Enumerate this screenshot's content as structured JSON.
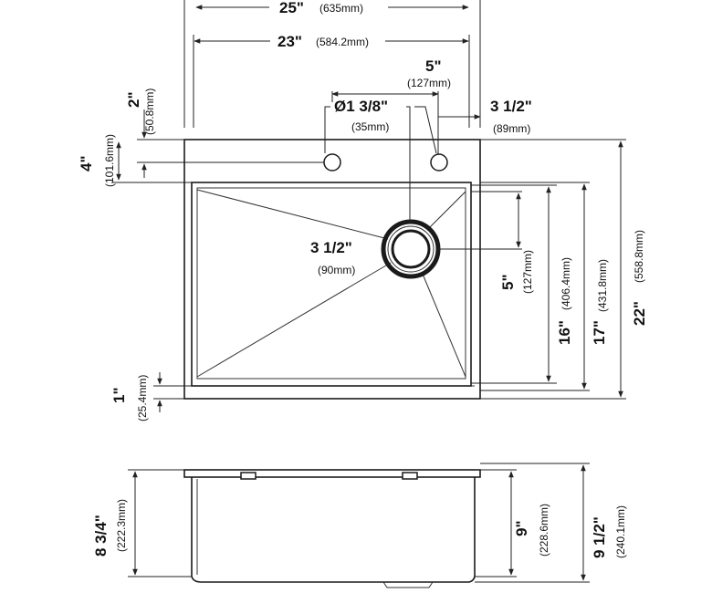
{
  "top_view": {
    "overall_width": {
      "imperial": "25\"",
      "metric": "(635mm)"
    },
    "bowl_width": {
      "imperial": "23\"",
      "metric": "(584.2mm)"
    },
    "hole_spacing": {
      "imperial": "5\"",
      "metric": "(127mm)"
    },
    "hole_edge_offset": {
      "imperial": "3 1/2\"",
      "metric": "(89mm)"
    },
    "hole_diameter": {
      "imperial": "Ø1 3/8\"",
      "metric": "(35mm)"
    },
    "hole_from_top": {
      "imperial": "2\"",
      "metric": "(50.8mm)"
    },
    "deck_depth": {
      "imperial": "4\"",
      "metric": "(101.6mm)"
    },
    "drain_diameter": {
      "imperial": "3 1/2\"",
      "metric": "(90mm)"
    },
    "drain_offset": {
      "imperial": "5\"",
      "metric": "(127mm)"
    },
    "bowl_depth": {
      "imperial": "16\"",
      "metric": "(406.4mm)"
    },
    "inner_depth": {
      "imperial": "17\"",
      "metric": "(431.8mm)"
    },
    "overall_depth": {
      "imperial": "22\"",
      "metric": "(558.8mm)"
    },
    "front_rim": {
      "imperial": "1\"",
      "metric": "(25.4mm)"
    }
  },
  "side_view": {
    "left_height": {
      "imperial": "8 3/4\"",
      "metric": "(222.3mm)"
    },
    "inner_height": {
      "imperial": "9\"",
      "metric": "(228.6mm)"
    },
    "overall_height": {
      "imperial": "9 1/2\"",
      "metric": "(240.1mm)"
    }
  }
}
